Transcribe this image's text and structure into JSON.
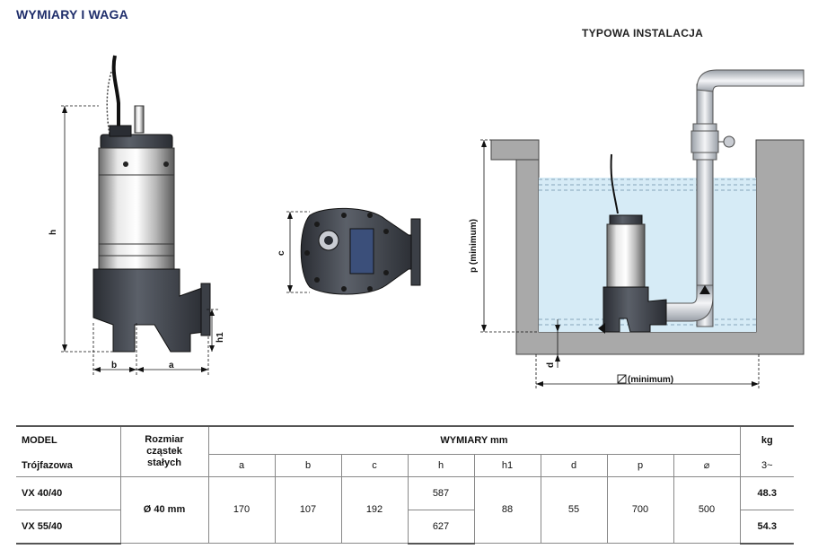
{
  "header": {
    "title": "WYMIARY I WAGA",
    "installation_title": "TYPOWA INSTALACJA"
  },
  "drawing_labels": {
    "h": "h",
    "h1": "h1",
    "a": "a",
    "b": "b",
    "c": "c",
    "p": "p (minimum)",
    "d": "d",
    "width": "(minimum)"
  },
  "table": {
    "model_header": "MODEL",
    "subheader": "Trójfazowa",
    "particle_header_line1": "Rozmiar",
    "particle_header_line2": "cząstek",
    "particle_header_line3": "stałych",
    "dimensions_header": "WYMIARY mm",
    "weight_header": "kg",
    "weight_sub": "3~",
    "columns": [
      "a",
      "b",
      "c",
      "h",
      "h1",
      "d",
      "p",
      "⌀"
    ],
    "particle_size": "Ø 40 mm",
    "rows": [
      {
        "model": "VX 40/40",
        "a": "170",
        "b": "107",
        "c": "192",
        "h": "587",
        "h1": "88",
        "d": "55",
        "p": "700",
        "w": "500",
        "kg": "48.3"
      },
      {
        "model": "VX 55/40",
        "h": "627",
        "kg": "54.3"
      }
    ]
  }
}
